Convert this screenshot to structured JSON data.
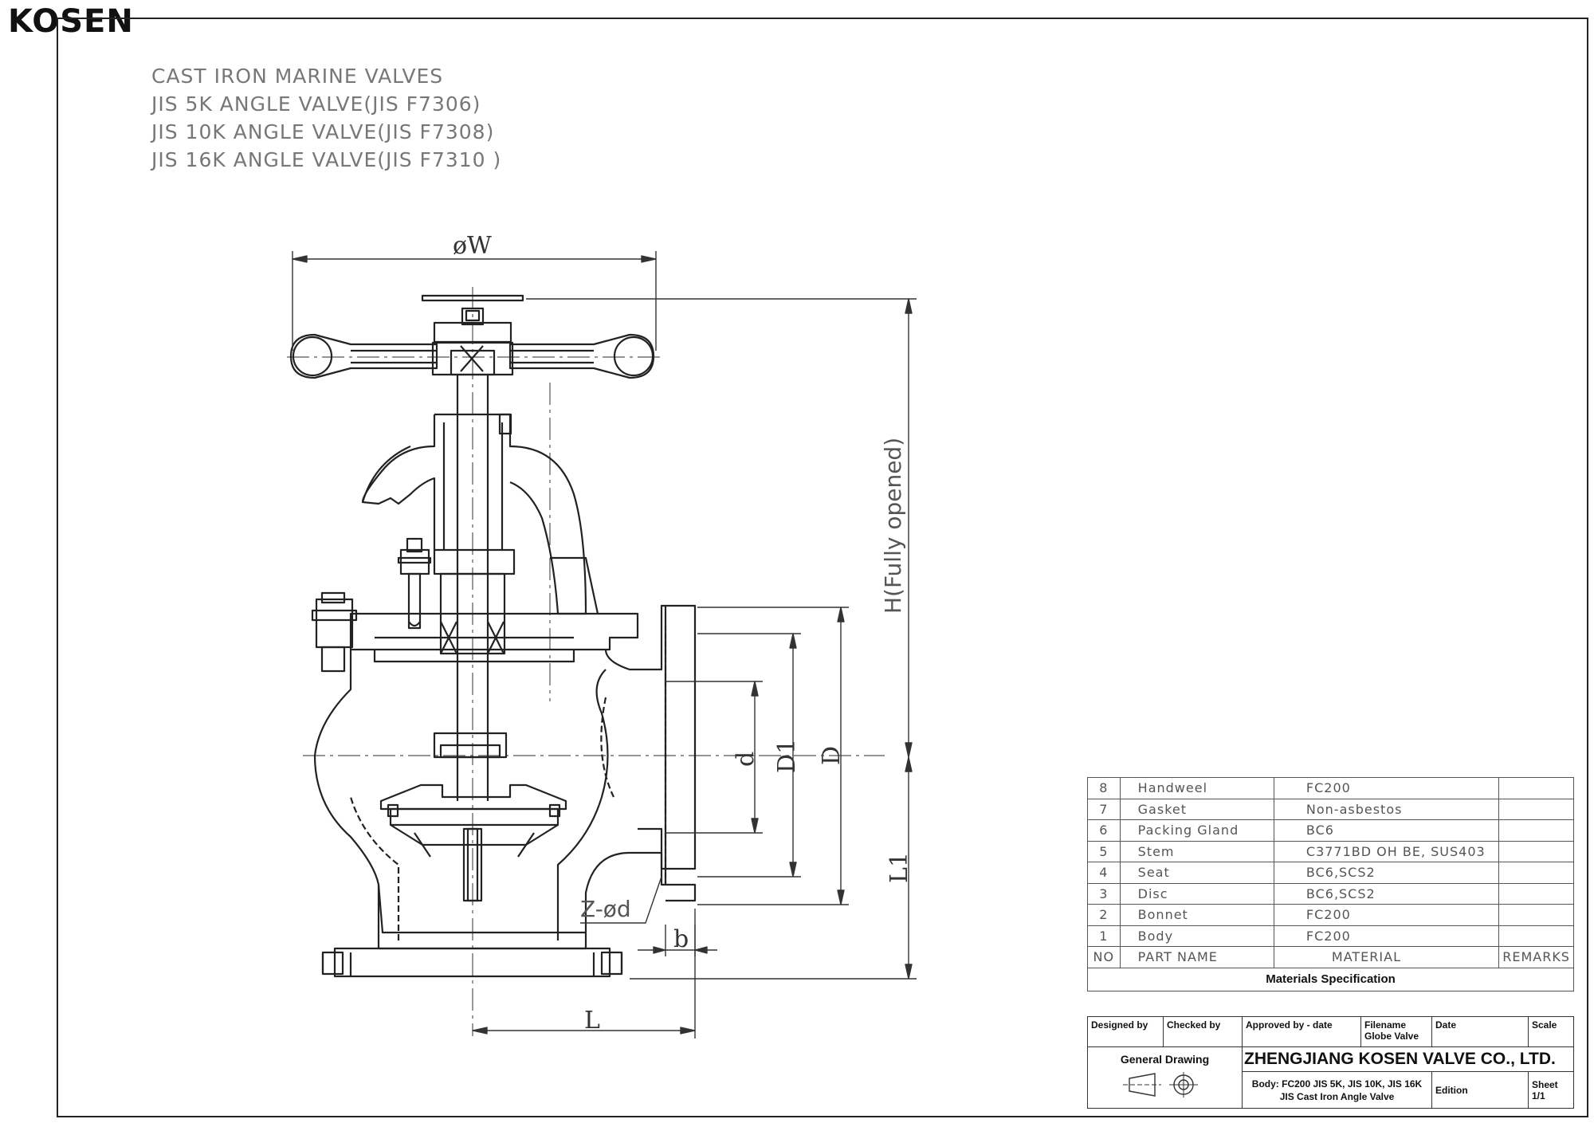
{
  "logo": "KOSEN",
  "titles": [
    "CAST IRON MARINE VALVES",
    "JIS 5K ANGLE VALVE(JIS F7306)",
    "JIS 10K ANGLE VALVE(JIS F7308)",
    "JIS 16K ANGLE VALVE(JIS F7310 )"
  ],
  "dimensions": {
    "w": "øW",
    "h": "H(Fully opened)",
    "d": "d",
    "d1": "D1",
    "d_outer": "D",
    "l1": "L1",
    "l": "L",
    "b": "b",
    "z": "Z-ød"
  },
  "parts_table": {
    "rows": [
      {
        "no": "8",
        "name": "Handweel",
        "material": "FC200",
        "remarks": ""
      },
      {
        "no": "7",
        "name": "Gasket",
        "material": "Non-asbestos",
        "remarks": ""
      },
      {
        "no": "6",
        "name": "Packing Gland",
        "material": "BC6",
        "remarks": ""
      },
      {
        "no": "5",
        "name": "Stem",
        "material": "C3771BD OH BE, SUS403",
        "remarks": ""
      },
      {
        "no": "4",
        "name": "Seat",
        "material": "BC6,SCS2",
        "remarks": ""
      },
      {
        "no": "3",
        "name": "Disc",
        "material": "BC6,SCS2",
        "remarks": ""
      },
      {
        "no": "2",
        "name": "Bonnet",
        "material": "FC200",
        "remarks": ""
      },
      {
        "no": "1",
        "name": "Body",
        "material": "FC200",
        "remarks": ""
      }
    ],
    "header": {
      "no": "NO",
      "name": "PART  NAME",
      "material": "MATERIAL",
      "remarks": "REMARKS"
    },
    "caption": "Materials Specification"
  },
  "title_block": {
    "designed_by": "Designed by",
    "checked_by": "Checked by",
    "approved_by": "Approved by - date",
    "filename_label": "Filename",
    "filename_value": "Globe Valve",
    "date": "Date",
    "scale": "Scale",
    "general_drawing": "General Drawing",
    "company": "ZHENGJIANG KOSEN VALVE CO., LTD.",
    "body_line1": "Body: FC200  JIS 5K, JIS 10K, JIS 16K",
    "body_line2": "JIS Cast Iron Angle Valve",
    "edition": "Edition",
    "sheet_label": "Sheet",
    "sheet_value": "1/1"
  }
}
